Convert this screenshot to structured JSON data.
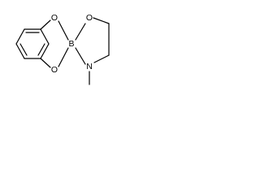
{
  "molecule": {
    "atoms": {
      "boron": "B",
      "oxygen_top_left": "O",
      "oxygen_bottom_left": "O",
      "oxygen_top_right": "O",
      "nitrogen": "N"
    }
  }
}
